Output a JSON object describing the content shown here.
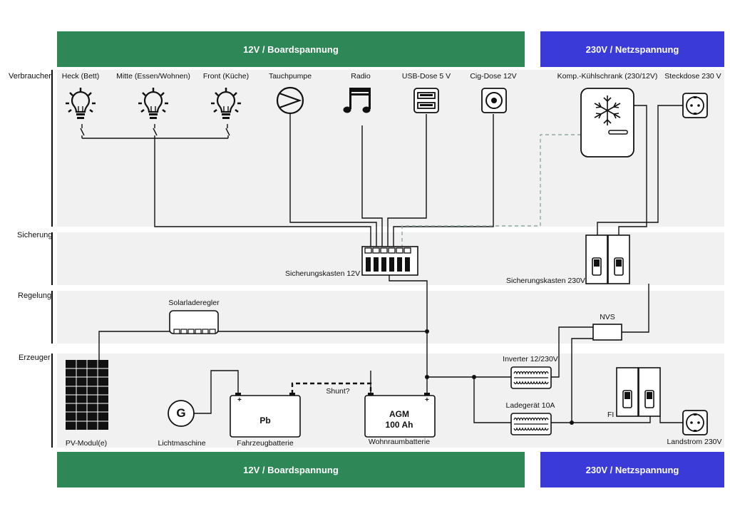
{
  "banners": {
    "top_12v": "12V / Boardspannung",
    "top_230v": "230V / Netzspannung",
    "bottom_12v": "12V / Boardspannung",
    "bottom_230v": "230V / Netzspannung"
  },
  "lanes": {
    "verbraucher": "Verbraucher",
    "sicherung": "Sicherung",
    "regelung": "Regelung",
    "erzeuger": "Erzeuger"
  },
  "consumers": {
    "heck": "Heck (Bett)",
    "mitte": "Mitte (Essen/Wohnen)",
    "front": "Front (Küche)",
    "tauchpumpe": "Tauchpumpe",
    "radio": "Radio",
    "usb": "USB-Dose 5 V",
    "cig": "Cig-Dose 12V",
    "fridge": "Komp.-Kühlschrank (230/12V)",
    "steckdose": "Steckdose 230 V"
  },
  "fuses": {
    "fuse12": "Sicherungskasten 12V",
    "fuse230": "Sicherungskasten 230V"
  },
  "regulation": {
    "solar": "Solarladeregler",
    "nvs": "NVS"
  },
  "producers": {
    "pv": "PV-Modul(e)",
    "generator": "Lichtmaschine",
    "generator_symbol": "G",
    "pb_symbol": "Pb",
    "pb": "Fahrzeugbatterie",
    "shunt": "Shunt?",
    "agm_line1": "AGM",
    "agm_line2": "100 Ah",
    "agm": "Wohnraumbatterie",
    "inverter": "Inverter 12/230V",
    "charger": "Ladegerät 10A",
    "fi": "FI",
    "landstrom": "Landstrom 230V",
    "plus": "+"
  },
  "icons": [
    "lightbulb-icon",
    "pump-icon",
    "music-note-icon",
    "usb-socket-icon",
    "cigarette-socket-icon",
    "snowflake-icon",
    "power-socket-icon",
    "solar-panel-icon",
    "generator-icon",
    "battery-icon",
    "circuit-breaker-icon"
  ],
  "colors": {
    "green": "#2e8757",
    "blue": "#3a3ad9",
    "lane": "#f1f1f1",
    "dashed_link": "#8faaa0"
  }
}
